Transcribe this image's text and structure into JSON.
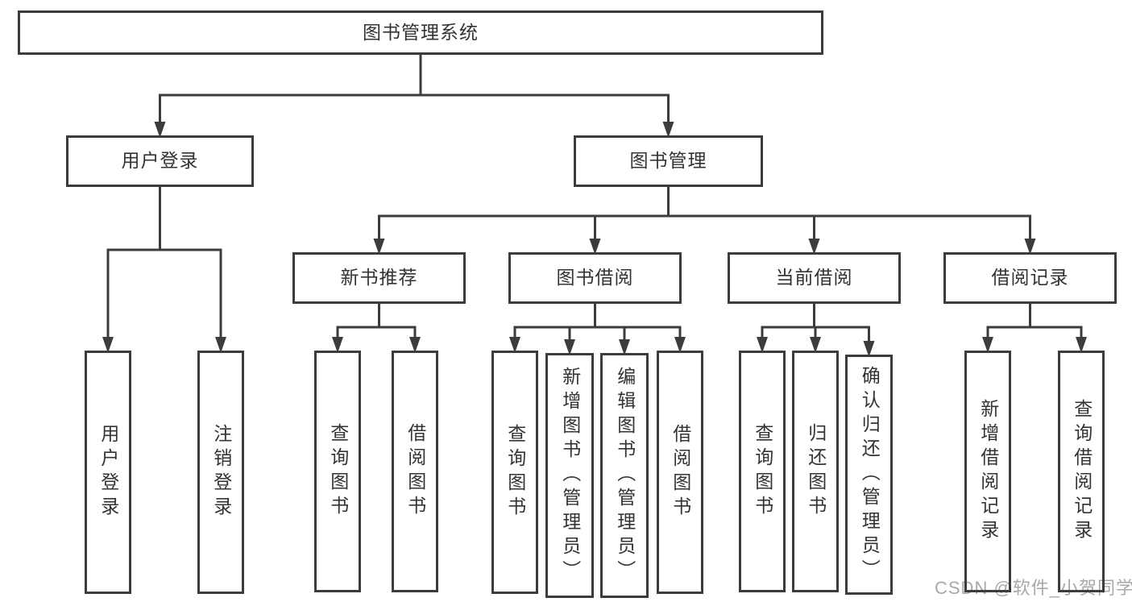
{
  "diagram": {
    "title": "图书管理系统",
    "nodes": [
      {
        "id": "root",
        "label": "图书管理系统",
        "children": [
          "login",
          "mgmt"
        ]
      },
      {
        "id": "login",
        "label": "用户登录",
        "children": [
          "login-user",
          "login-logout"
        ]
      },
      {
        "id": "mgmt",
        "label": "图书管理",
        "children": [
          "newbook",
          "borrow",
          "current",
          "records"
        ]
      },
      {
        "id": "newbook",
        "label": "新书推荐",
        "children": [
          "newbook-query",
          "newbook-borrow"
        ]
      },
      {
        "id": "borrow",
        "label": "图书借阅",
        "children": [
          "borrow-query",
          "borrow-add",
          "borrow-edit",
          "borrow-borrow"
        ]
      },
      {
        "id": "current",
        "label": "当前借阅",
        "children": [
          "current-query",
          "current-return",
          "current-confirm"
        ]
      },
      {
        "id": "records",
        "label": "借阅记录",
        "children": [
          "records-add",
          "records-query"
        ]
      },
      {
        "id": "login-user",
        "label": "用户登录",
        "children": []
      },
      {
        "id": "login-logout",
        "label": "注销登录",
        "children": []
      },
      {
        "id": "newbook-query",
        "label": "查询图书",
        "children": []
      },
      {
        "id": "newbook-borrow",
        "label": "借阅图书",
        "children": []
      },
      {
        "id": "borrow-query",
        "label": "查询图书",
        "children": []
      },
      {
        "id": "borrow-add",
        "label": "新增图书（管理员）",
        "children": []
      },
      {
        "id": "borrow-edit",
        "label": "编辑图书（管理员）",
        "children": []
      },
      {
        "id": "borrow-borrow",
        "label": "借阅图书",
        "children": []
      },
      {
        "id": "current-query",
        "label": "查询图书",
        "children": []
      },
      {
        "id": "current-return",
        "label": "归还图书",
        "children": []
      },
      {
        "id": "current-confirm",
        "label": "确认归还（管理员）",
        "children": []
      },
      {
        "id": "records-add",
        "label": "新增借阅记录",
        "children": []
      },
      {
        "id": "records-query",
        "label": "查询借阅记录",
        "children": []
      }
    ]
  },
  "watermark": {
    "text": "CSDN @软件_小贺同学"
  },
  "colors": {
    "line": "#3c3c3c",
    "border": "#3c3c3c",
    "text": "#333333",
    "watermark": "#a9a9a9",
    "background": "#ffffff"
  }
}
